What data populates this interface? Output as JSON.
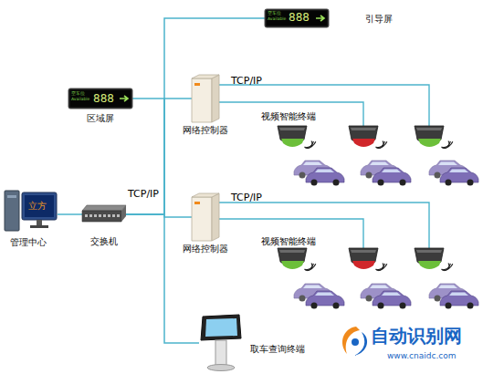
{
  "diagram": {
    "nodes": [
      {
        "text": [
          "引导屏"
        ]
      },
      {
        "text": [
          "区域屏"
        ]
      },
      {
        "text": [
          "网络控制器"
        ]
      },
      {
        "text": [
          "网络控制器"
        ]
      },
      {
        "text": [
          "管理中心"
        ]
      },
      {
        "text": [
          "交换机"
        ]
      },
      {
        "text": [
          "取车查询终端"
        ]
      }
    ],
    "edges": [
      {
        "from": 4,
        "to": 5,
        "arrow": "none"
      },
      {
        "from": 5,
        "to": 0,
        "arrow": "none"
      },
      {
        "from": 5,
        "to": 1,
        "arrow": "none"
      },
      {
        "from": 5,
        "to": 2,
        "arrow": "none"
      },
      {
        "from": 5,
        "to": 3,
        "arrow": "none"
      },
      {
        "from": 5,
        "to": 6,
        "arrow": "none"
      }
    ],
    "labels": [
      "TCP/IP",
      "TCP/IP",
      "视频智能终端",
      "TCP/IP",
      "视频智能终端",
      "空车位",
      "Available",
      "888",
      "空车位",
      "Available",
      "888",
      "立方",
      "自动识别网",
      "www.cnaidc.com"
    ]
  }
}
